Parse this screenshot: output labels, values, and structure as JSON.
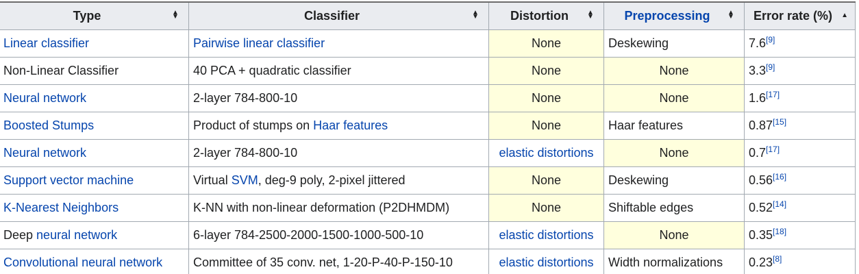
{
  "headers": [
    {
      "label": "Type",
      "sort": "both",
      "link": false
    },
    {
      "label": "Classifier",
      "sort": "both",
      "link": false
    },
    {
      "label": "Distortion",
      "sort": "both",
      "link": false
    },
    {
      "label": "Preprocessing",
      "sort": "both",
      "link": true
    },
    {
      "label": "Error rate (%)",
      "sort": "asc",
      "link": false
    }
  ],
  "rows": [
    {
      "type": [
        {
          "text": "Linear classifier",
          "link": true
        }
      ],
      "classifier": [
        {
          "text": "Pairwise linear classifier",
          "link": true
        }
      ],
      "distortion": {
        "text": "None",
        "link": false,
        "yellow": true
      },
      "preprocessing": {
        "text": "Deskewing",
        "yellow": false
      },
      "error": "7.6",
      "ref": "[9]"
    },
    {
      "type": [
        {
          "text": "Non-Linear Classifier",
          "link": false
        }
      ],
      "classifier": [
        {
          "text": "40 PCA + quadratic classifier",
          "link": false
        }
      ],
      "distortion": {
        "text": "None",
        "link": false,
        "yellow": true
      },
      "preprocessing": {
        "text": "None",
        "yellow": true
      },
      "error": "3.3",
      "ref": "[9]"
    },
    {
      "type": [
        {
          "text": "Neural network",
          "link": true
        }
      ],
      "classifier": [
        {
          "text": "2-layer 784-800-10",
          "link": false
        }
      ],
      "distortion": {
        "text": "None",
        "link": false,
        "yellow": true
      },
      "preprocessing": {
        "text": "None",
        "yellow": true
      },
      "error": "1.6",
      "ref": "[17]"
    },
    {
      "type": [
        {
          "text": "Boosted Stumps",
          "link": true
        }
      ],
      "classifier": [
        {
          "text": "Product of stumps on ",
          "link": false
        },
        {
          "text": "Haar features",
          "link": true
        }
      ],
      "distortion": {
        "text": "None",
        "link": false,
        "yellow": true
      },
      "preprocessing": {
        "text": "Haar features",
        "yellow": false
      },
      "error": "0.87",
      "ref": "[15]"
    },
    {
      "type": [
        {
          "text": "Neural network",
          "link": true
        }
      ],
      "classifier": [
        {
          "text": "2-layer 784-800-10",
          "link": false
        }
      ],
      "distortion": {
        "text": "elastic distortions",
        "link": true,
        "yellow": false
      },
      "preprocessing": {
        "text": "None",
        "yellow": true
      },
      "error": "0.7",
      "ref": "[17]"
    },
    {
      "type": [
        {
          "text": "Support vector machine",
          "link": true
        }
      ],
      "classifier": [
        {
          "text": "Virtual ",
          "link": false
        },
        {
          "text": "SVM",
          "link": true
        },
        {
          "text": ", deg-9 poly, 2-pixel jittered",
          "link": false
        }
      ],
      "distortion": {
        "text": "None",
        "link": false,
        "yellow": true
      },
      "preprocessing": {
        "text": "Deskewing",
        "yellow": false
      },
      "error": "0.56",
      "ref": "[16]"
    },
    {
      "type": [
        {
          "text": "K-Nearest Neighbors",
          "link": true
        }
      ],
      "classifier": [
        {
          "text": "K-NN with non-linear deformation (P2DHMDM)",
          "link": false
        }
      ],
      "distortion": {
        "text": "None",
        "link": false,
        "yellow": true
      },
      "preprocessing": {
        "text": "Shiftable edges",
        "yellow": false
      },
      "error": "0.52",
      "ref": "[14]"
    },
    {
      "type": [
        {
          "text": "Deep ",
          "link": false
        },
        {
          "text": "neural network",
          "link": true
        }
      ],
      "classifier": [
        {
          "text": "6-layer 784-2500-2000-1500-1000-500-10",
          "link": false
        }
      ],
      "distortion": {
        "text": "elastic distortions",
        "link": true,
        "yellow": false
      },
      "preprocessing": {
        "text": "None",
        "yellow": true
      },
      "error": "0.35",
      "ref": "[18]"
    },
    {
      "type": [
        {
          "text": "Convolutional neural network",
          "link": true
        }
      ],
      "classifier": [
        {
          "text": "Committee of 35 conv. net, 1-20-P-40-P-150-10",
          "link": false
        }
      ],
      "distortion": {
        "text": "elastic distortions",
        "link": true,
        "yellow": false
      },
      "preprocessing": {
        "text": "Width normalizations",
        "yellow": false
      },
      "error": "0.23",
      "ref": "[8]"
    }
  ],
  "colors": {
    "link": "#0645ad",
    "header_bg": "#eaecf0",
    "highlight_bg": "#ffffdd",
    "border": "#a2a9b1"
  }
}
